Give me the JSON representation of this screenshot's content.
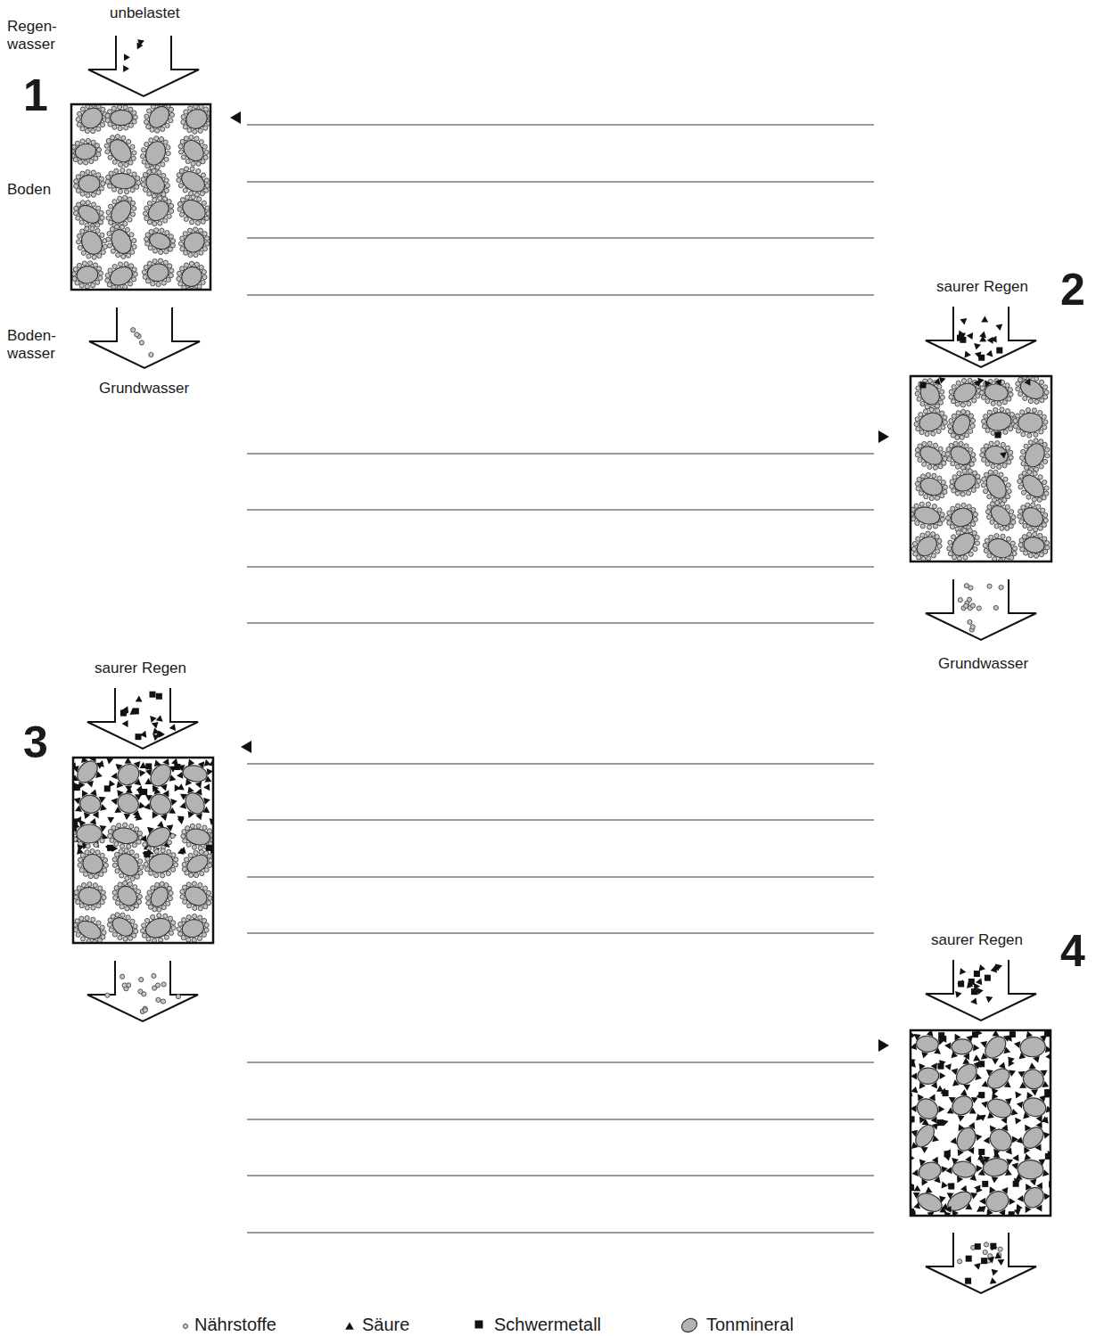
{
  "diagram": {
    "labels": [
      "Regen- wasser",
      "unbelastet",
      "1",
      "Boden",
      "Boden- wasser",
      "Grundwasser",
      "saurer Regen",
      "2",
      "Grundwasser",
      "saurer Regen",
      "3",
      "saurer Regen",
      "4"
    ],
    "legend": [
      {
        "text": "Nährstoffe"
      },
      {
        "text": "Säure"
      },
      {
        "text": "Schwermetall"
      },
      {
        "text": "Tonmineral"
      }
    ]
  }
}
